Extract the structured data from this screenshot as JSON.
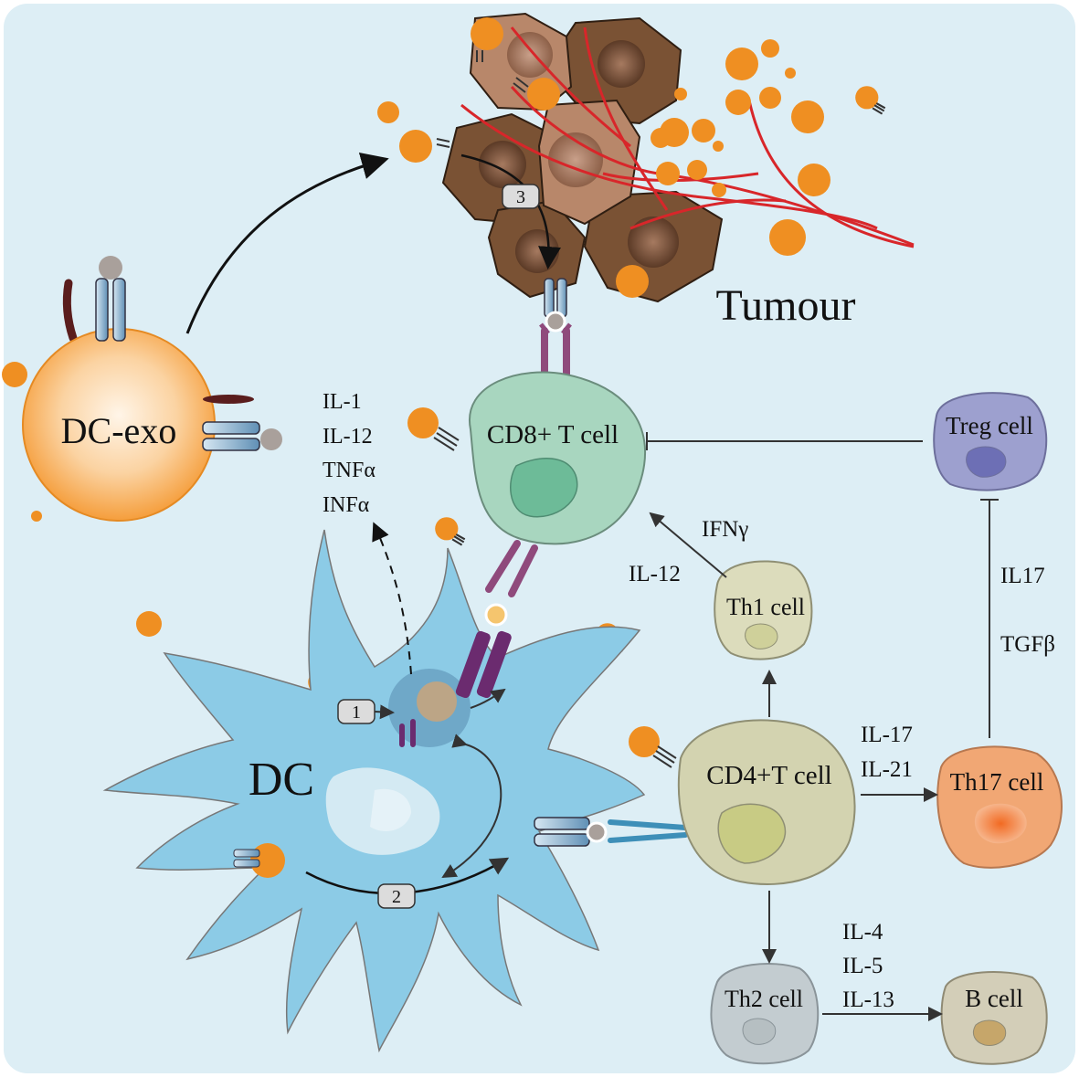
{
  "labels": {
    "tumour": "Tumour",
    "dc_exo": "DC-exo",
    "dc": "DC",
    "cd8": "CD8+ T cell",
    "cd4": "CD4+T cell",
    "treg": "Treg cell",
    "th1": "Th1 cell",
    "th2": "Th2 cell",
    "th17": "Th17 cell",
    "bcell": "B cell"
  },
  "cytokines_dc": [
    "IL-1",
    "IL-12",
    "TNFα",
    "INFα"
  ],
  "cytokine_ifng": "IFNγ",
  "cytokine_il12": "IL-12",
  "cytokines_th17": [
    "IL-17",
    "IL-21"
  ],
  "cytokines_treg": [
    "IL17",
    "TGFβ"
  ],
  "cytokines_bcell": [
    "IL-4",
    "IL-5",
    "IL-13"
  ],
  "steps": [
    "1",
    "2",
    "3"
  ],
  "colors": {
    "background": "#ddeef5",
    "dc_exo": "#f6a84e",
    "dc": "#8ccbe6",
    "cd8": "#a8d6bf",
    "cd4": "#d3d3b0",
    "th1": "#dcdcbc",
    "th2": "#c3ccd0",
    "treg": "#9da0cf",
    "th17": "#f1a774",
    "bcell": "#d3ceb8",
    "exosome": "#ef8f22",
    "tumour_dark": "#7a5234",
    "tumour_light": "#b8876a",
    "vessel": "#d8262a"
  }
}
